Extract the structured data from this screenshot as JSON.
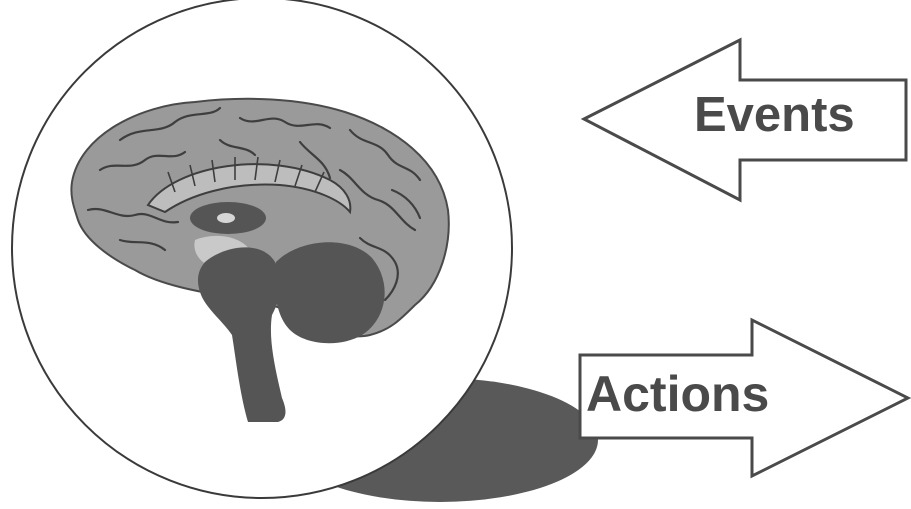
{
  "arrows": {
    "events_label": "Events",
    "actions_label": "Actions"
  },
  "icons": {
    "brain": "brain-icon",
    "shadow": "shadow-shape",
    "events_arrow": "left-arrow-icon",
    "actions_arrow": "right-arrow-icon"
  },
  "colors": {
    "outline": "#3a3a3a",
    "brain_fill": "#9a9a9a",
    "brain_dark": "#575757",
    "shadow": "#595959",
    "label_text": "#4a4a4a",
    "background": "#ffffff"
  }
}
